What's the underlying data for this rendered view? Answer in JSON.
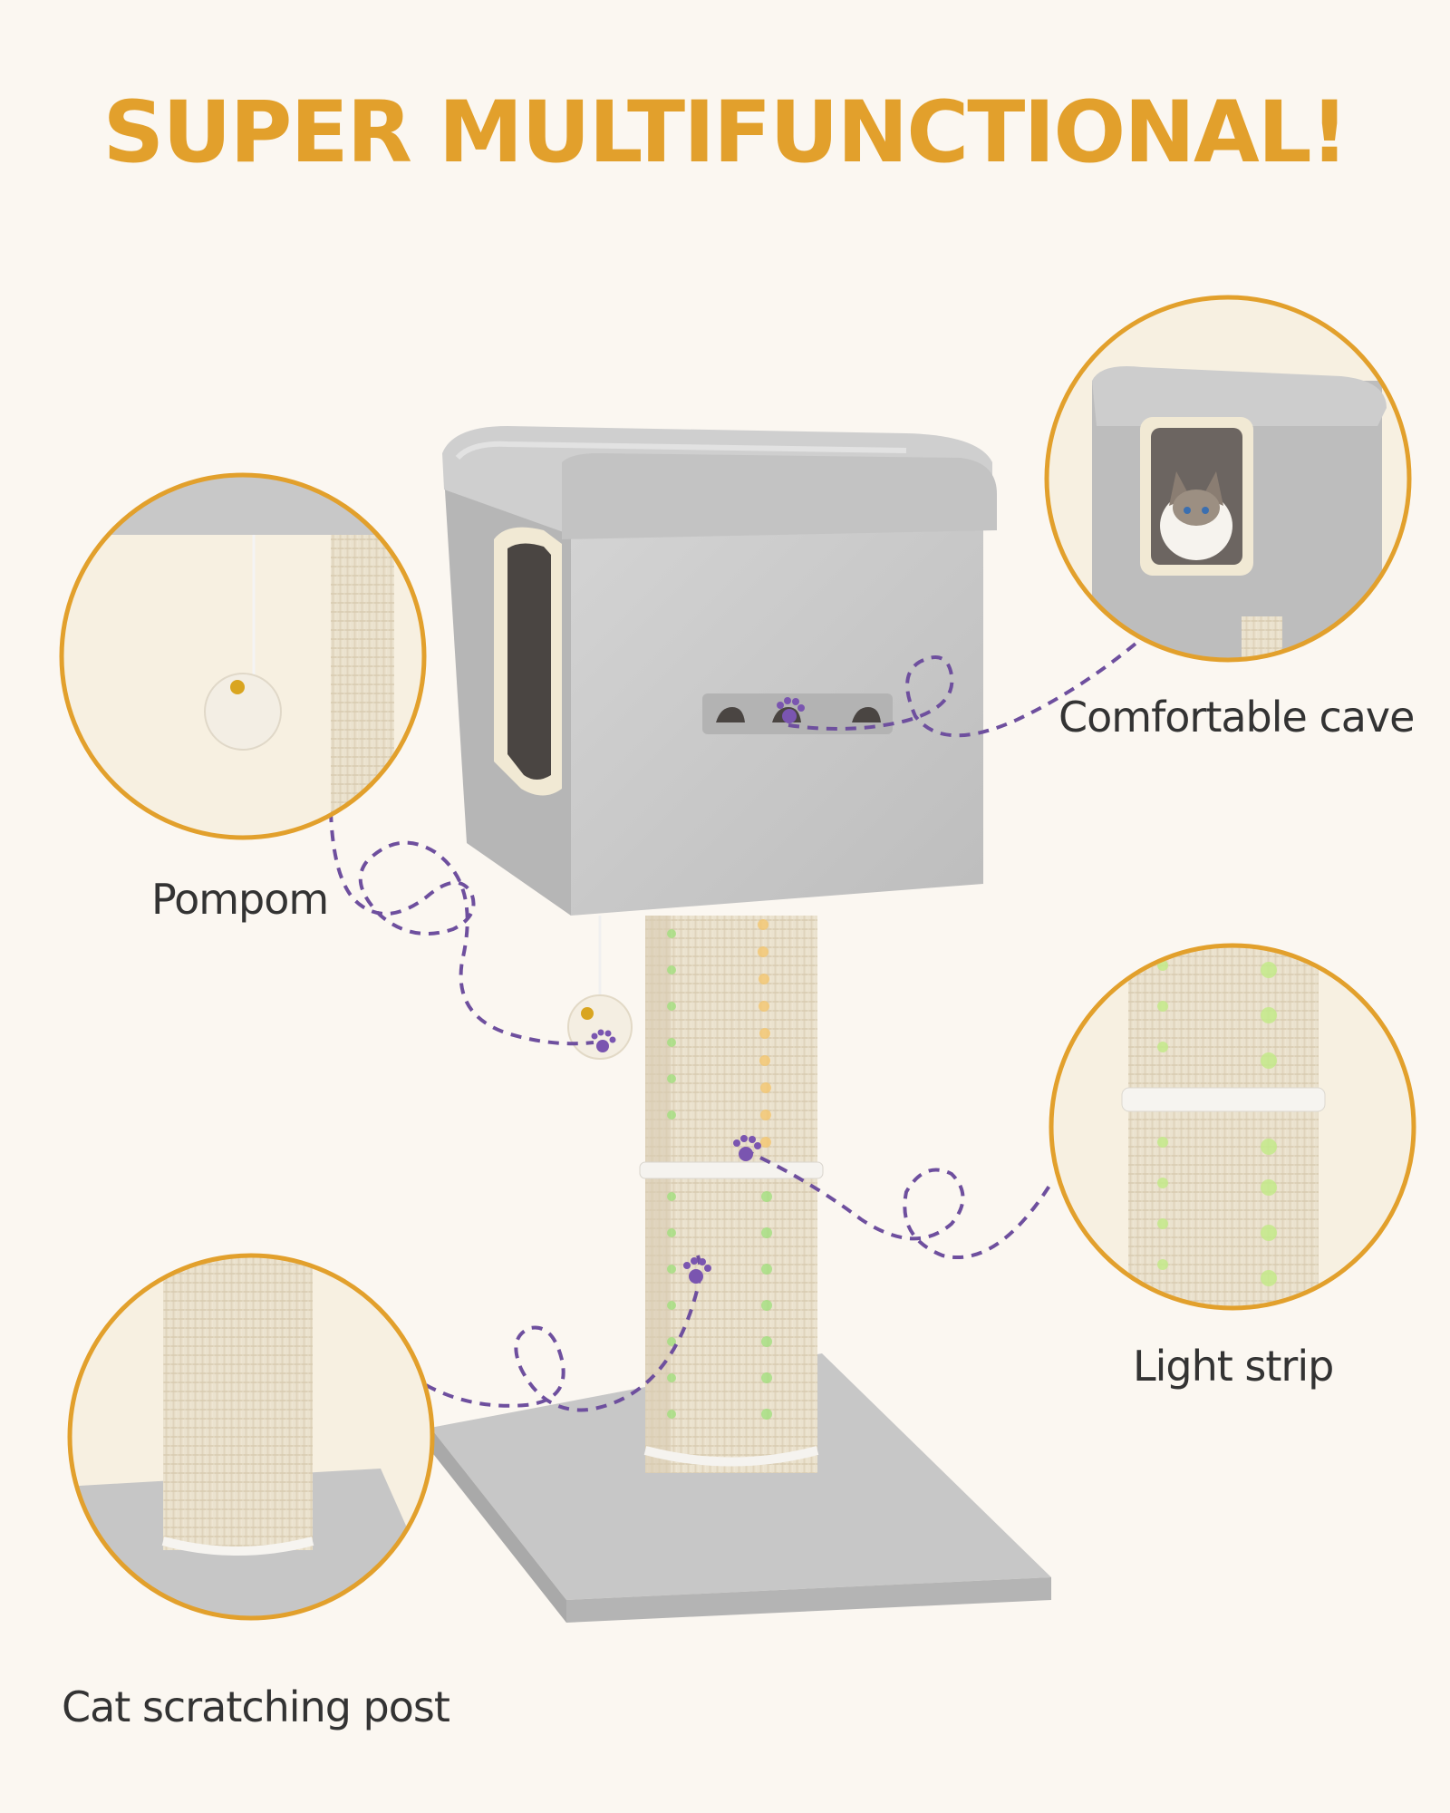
{
  "headline": "SUPER MULTIFUNCTIONAL!",
  "features": {
    "cave": "Comfortable cave",
    "pompom": "Pompom",
    "light_strip": "Light strip",
    "scratching_post": "Cat scratching post"
  },
  "colors": {
    "background": "#fbf7f1",
    "headline": "#e2a02c",
    "circle_border": "#e2a02c",
    "connector": "#6e4f9e",
    "fur_gray": "#c9c9c9",
    "sisal": "#eee6d3"
  },
  "icons": [
    "paw-icon",
    "cat-face-icon",
    "pompom-ball-icon",
    "bell-icon"
  ]
}
